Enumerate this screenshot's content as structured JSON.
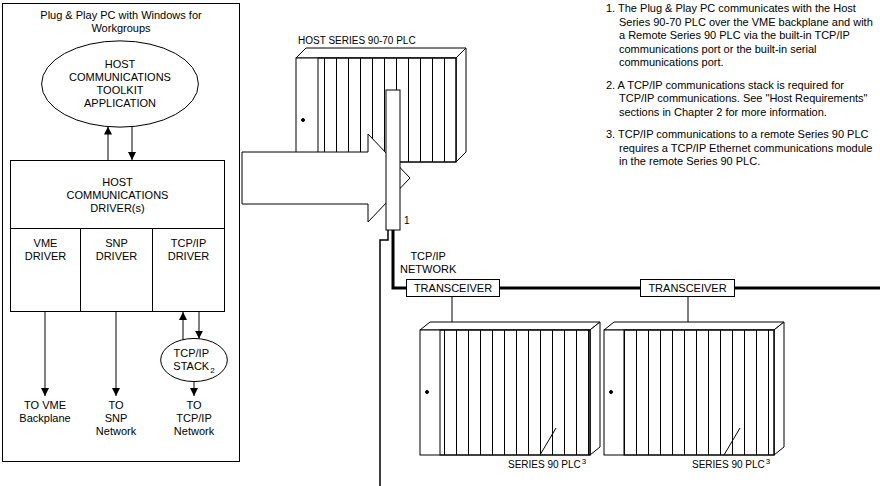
{
  "diagram": {
    "nodes": [
      {
        "text": [
          "Plug & Play PC with Windows for Workgroups"
        ]
      },
      {
        "text": [
          "HOST COMMUNICATIONS TOOLKIT APPLICATION"
        ],
        "in": 0
      },
      {
        "text": [
          "HOST COMMUNICATIONS DRIVER(s)"
        ],
        "in": 0
      },
      {
        "text": [
          "VME DRIVER"
        ],
        "in": 2
      },
      {
        "text": [
          "SNP DRIVER"
        ],
        "in": 2
      },
      {
        "text": [
          "TCP/IP DRIVER"
        ],
        "in": 2
      },
      {
        "text": [
          "TCP/IP STACK",
          "2"
        ],
        "in": 0
      },
      {
        "text": [
          "TRANSCEIVER"
        ]
      },
      {
        "text": [
          "TRANSCEIVER"
        ]
      }
    ],
    "edges": [
      {
        "from": 2,
        "to": 1,
        "arrow": "to"
      },
      {
        "from": 1,
        "to": 2,
        "arrow": "to"
      },
      {
        "from": 5,
        "to": 6,
        "arrow": "to"
      },
      {
        "from": 6,
        "to": 5,
        "arrow": "to"
      },
      {
        "from": 7,
        "to": 8,
        "arrow": "none"
      }
    ],
    "labels": [
      "HOST SERIES 90-70 PLC",
      "1",
      "TCP/IP NETWORK",
      "SERIES 90 PLC",
      "3",
      "SERIES 90 PLC",
      "3",
      "TO VME Backplane",
      "TO SNP Network",
      "TO TCP/IP Network",
      "1. The Plug & Play PC communicates with the Host Series 90-70 PLC over the VME backplane and with a Remote Series 90 PLC via the built-in TCP/IP communications port or the built-in serial communications port.",
      "2. A TCP/IP communications stack is required for TCP/IP communications. See \"Host Requirements\" sections in Chapter 2 for more information.",
      "3. TCP/IP communications to a remote Series 90 PLC requires a TCP/IP Ethernet communications module in the remote Series 90 PLC."
    ]
  }
}
